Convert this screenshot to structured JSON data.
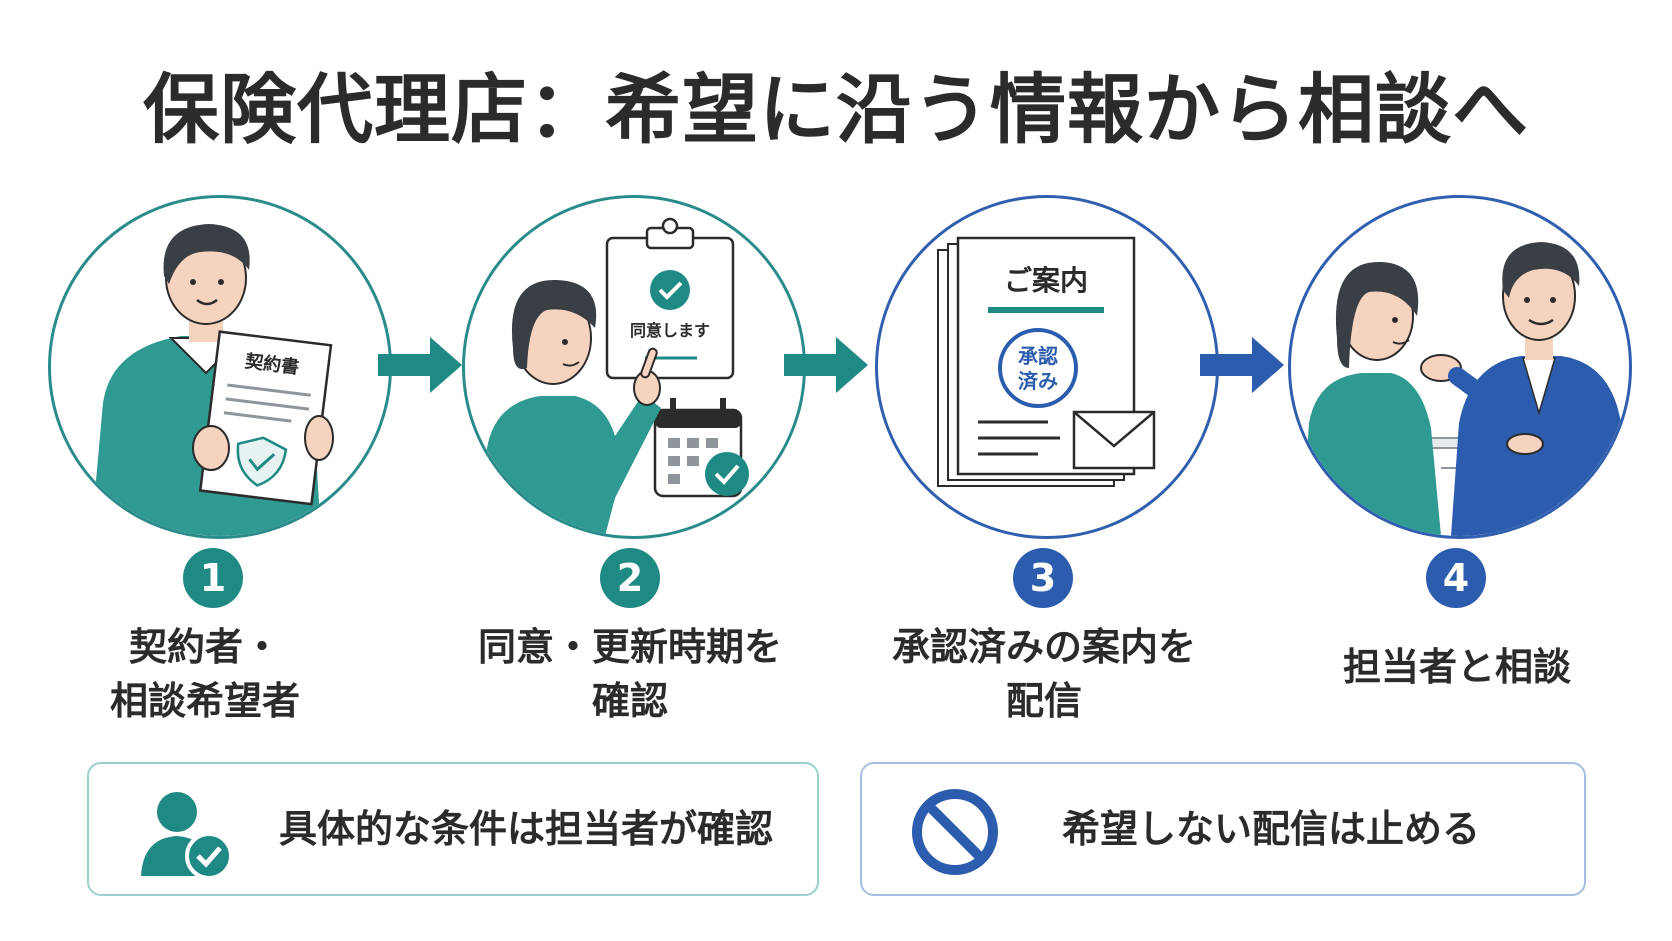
{
  "title": "保険代理店：希望に沿う情報から相談へ",
  "colors": {
    "teal": "#1f8a84",
    "blue": "#2c5cad",
    "text": "#2b2b2b"
  },
  "steps": [
    {
      "number": "1",
      "label_lines": [
        "契約者・",
        "相談希望者"
      ],
      "illustration_text": "契約書",
      "icon": "person-holding-contract-icon"
    },
    {
      "number": "2",
      "label_lines": [
        "同意・更新時期を",
        "確認"
      ],
      "illustration_text": "同意します",
      "icon": "clipboard-consent-icon"
    },
    {
      "number": "3",
      "label_lines": [
        "承認済みの案内を",
        "配信"
      ],
      "illustration_text": "ご案内",
      "stamp_lines": [
        "承認",
        "済み"
      ],
      "icon": "approved-notice-mail-icon"
    },
    {
      "number": "4",
      "label_lines": [
        "担当者と相談"
      ],
      "icon": "consultation-icon"
    }
  ],
  "notes": [
    {
      "text": "具体的な条件は担当者が確認",
      "icon": "person-check-icon"
    },
    {
      "text": "希望しない配信は止める",
      "icon": "prohibited-icon"
    }
  ]
}
